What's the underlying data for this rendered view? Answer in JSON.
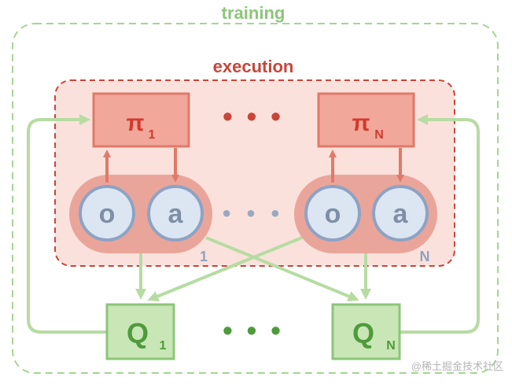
{
  "training_label": "training",
  "execution_label": "execution",
  "policies": [
    {
      "symbol": "π",
      "subscript": "1"
    },
    {
      "symbol": "π",
      "subscript": "N"
    }
  ],
  "policy_ellipsis": "• • •",
  "agent_groups": [
    {
      "obs_label": "o",
      "act_label": "a",
      "index": "1"
    },
    {
      "obs_label": "o",
      "act_label": "a",
      "index": "N"
    }
  ],
  "agent_ellipsis": "• • •",
  "critics": [
    {
      "symbol": "Q",
      "subscript": "1"
    },
    {
      "symbol": "Q",
      "subscript": "N"
    }
  ],
  "critic_ellipsis": "• • •",
  "watermark": "@稀土掘金技术社区",
  "colors": {
    "training": "#8cc57a",
    "execution": "#c9453a",
    "policy_fill": "#f1a79a",
    "node_fill": "#dce6f2",
    "critic_fill": "#c9e6b6"
  }
}
